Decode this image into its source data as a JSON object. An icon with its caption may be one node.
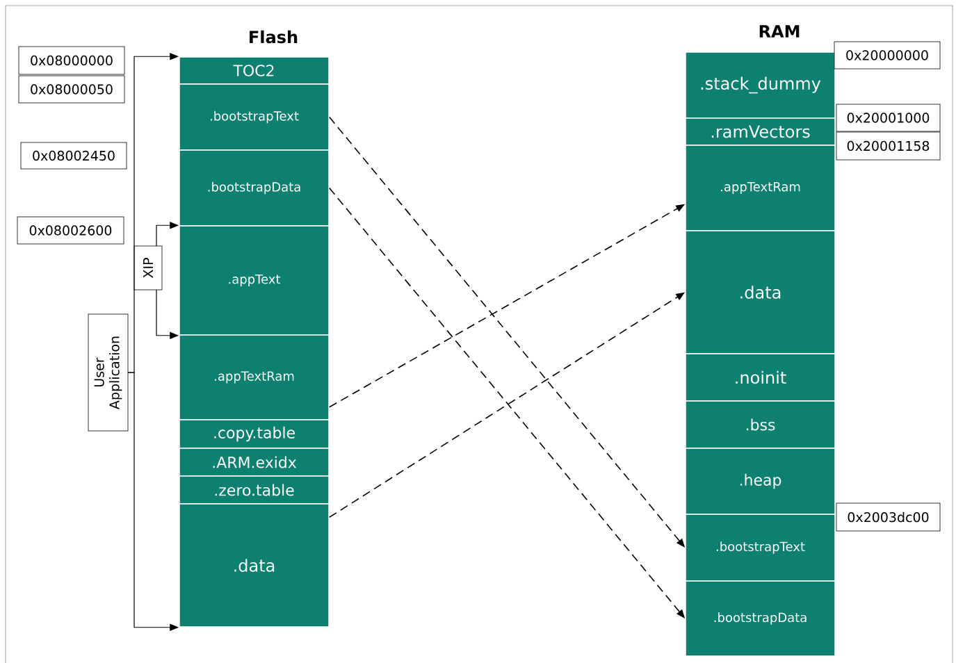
{
  "diagram": {
    "nodes": [
      {
        "text": [
          "TOC2"
        ]
      },
      {
        "text": [
          ".bootstrapText"
        ]
      },
      {
        "text": [
          ".bootstrapData"
        ]
      },
      {
        "text": [
          ".appText"
        ]
      },
      {
        "text": [
          ".appTextRam"
        ]
      },
      {
        "text": [
          ".copy.table"
        ]
      },
      {
        "text": [
          ".ARM.exidx"
        ]
      },
      {
        "text": [
          ".zero.table"
        ]
      },
      {
        "text": [
          ".data"
        ]
      },
      {
        "text": [
          ".stack_dummy"
        ]
      },
      {
        "text": [
          ".ramVectors"
        ]
      },
      {
        "text": [
          ".appTextRam"
        ]
      },
      {
        "text": [
          ".data"
        ]
      },
      {
        "text": [
          ".noinit"
        ]
      },
      {
        "text": [
          ".bss"
        ]
      },
      {
        "text": [
          ".heap"
        ]
      },
      {
        "text": [
          ".bootstrapText"
        ]
      },
      {
        "text": [
          ".bootstrapData"
        ]
      },
      {
        "text": [
          "0x08000000"
        ]
      },
      {
        "text": [
          "0x08000050"
        ]
      },
      {
        "text": [
          "0x08002450"
        ]
      },
      {
        "text": [
          "0x08002600"
        ]
      },
      {
        "text": [
          "0x20000000"
        ]
      },
      {
        "text": [
          "0x20001000"
        ]
      },
      {
        "text": [
          "0x20001158"
        ]
      },
      {
        "text": [
          "0x2003dc00"
        ]
      },
      {
        "text": [
          "XIP"
        ]
      },
      {
        "text": [
          "User Application"
        ]
      }
    ],
    "edges": [
      {
        "from": 27,
        "to": 0,
        "arrow": "to"
      },
      {
        "from": 27,
        "to": 8,
        "arrow": "to"
      },
      {
        "from": 26,
        "to": 3,
        "arrow": "to"
      },
      {
        "from": 26,
        "to": 3,
        "arrow": "to"
      },
      {
        "from": 1,
        "to": 16,
        "arrow": "to",
        "style": "dashed"
      },
      {
        "from": 2,
        "to": 17,
        "arrow": "to",
        "style": "dashed"
      },
      {
        "from": 4,
        "to": 11,
        "arrow": "to",
        "style": "dashed"
      },
      {
        "from": 8,
        "to": 12,
        "arrow": "to",
        "style": "dashed"
      }
    ],
    "labels": [
      "Flash",
      "RAM"
    ]
  }
}
